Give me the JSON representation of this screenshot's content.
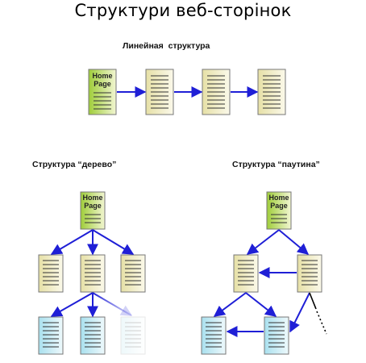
{
  "title": "Структури веб-сторінок",
  "sections": {
    "linear": {
      "title": "Линейная  структура"
    },
    "tree": {
      "title": "Структура “дерево”"
    },
    "web": {
      "title": "Структура “паутина”"
    }
  },
  "home_page": {
    "line1": "Home",
    "line2": "Page"
  },
  "colors": {
    "arrow": "#1f1fd6",
    "home_fill": "#b8d85a",
    "page_fill": "#f3efc8",
    "leaf_fill": "#c9ecf4"
  }
}
